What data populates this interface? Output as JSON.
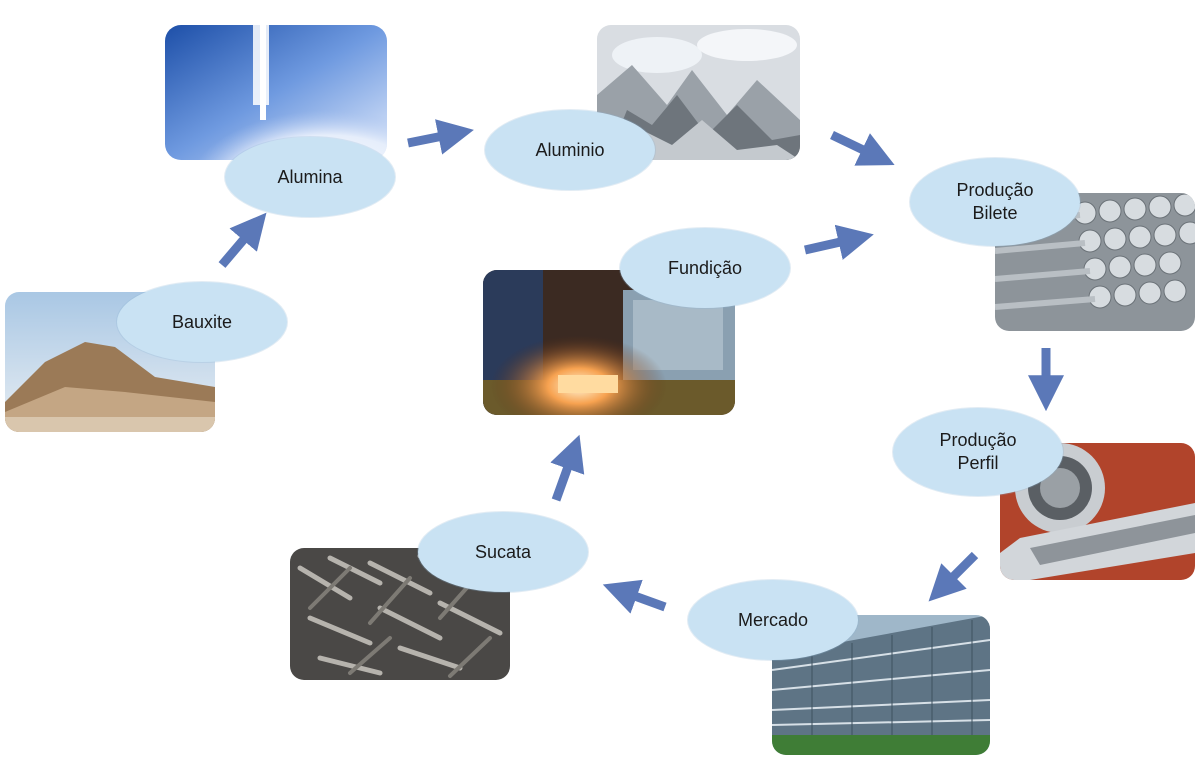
{
  "nodes": {
    "bauxite": "Bauxite",
    "alumina": "Alumina",
    "aluminio": "Aluminio",
    "producao_bilete": "Produção\nBilete",
    "producao_perfil": "Produção\nPerfil",
    "mercado": "Mercado",
    "sucata": "Sucata",
    "fundicao": "Fundição"
  },
  "colors": {
    "node_fill": "#c9e2f3",
    "arrow": "#5b78b8"
  },
  "photos": [
    "bauxite-mountain",
    "alumina-powder",
    "aluminium-ingots",
    "billet-stack",
    "extrusion-die",
    "glass-building",
    "scrap-pile",
    "foundry-furnace"
  ]
}
